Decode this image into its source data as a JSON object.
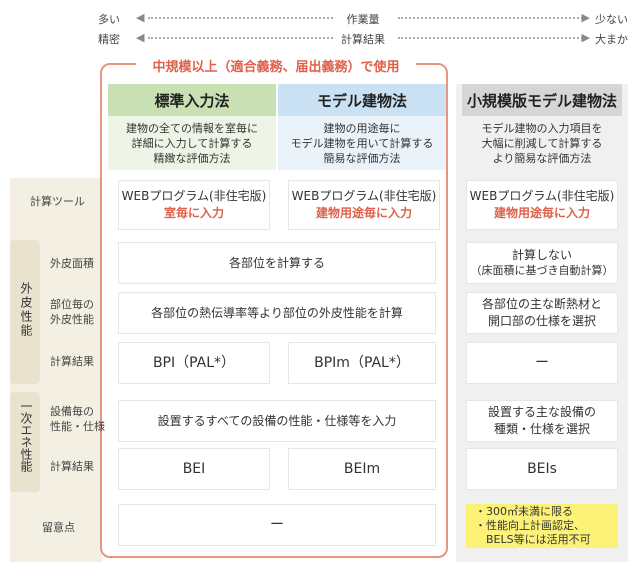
{
  "scale": {
    "row1": {
      "left": "多い",
      "center": "作業量",
      "right": "少ない"
    },
    "row2": {
      "left": "精密",
      "center": "計算結果",
      "right": "大まか"
    }
  },
  "banner": "中規模以上（適合義務、届出義務）で使用",
  "columns": [
    {
      "title": "標準入力法",
      "desc": [
        "建物の全ての情報を室毎に",
        "詳細に入力して計算する",
        "精緻な評価方法"
      ]
    },
    {
      "title": "モデル建物法",
      "desc": [
        "建物の用途毎に",
        "モデル建物を用いて計算する",
        "簡易な評価方法"
      ]
    },
    {
      "title": "小規模版モデル建物法",
      "desc": [
        "モデル建物の入力項目を",
        "大幅に削減して計算する",
        "より簡易な評価方法"
      ]
    }
  ],
  "row_labels": {
    "tool": "計算ツール",
    "envelope_group": "外皮性能",
    "envelope_area": "外皮面積",
    "envelope_perf": [
      "部位毎の",
      "外皮性能"
    ],
    "envelope_result": "計算結果",
    "energy_group": "一次エネ性能",
    "energy_equip": [
      "設備毎の",
      "性能・仕様"
    ],
    "energy_result": "計算結果",
    "notes": "留意点"
  },
  "cells": {
    "tool": [
      {
        "line1": "WEBプログラム(非住宅版)",
        "line2": "室毎に入力"
      },
      {
        "line1": "WEBプログラム(非住宅版)",
        "line2": "建物用途毎に入力"
      },
      {
        "line1": "WEBプログラム(非住宅版)",
        "line2": "建物用途毎に入力"
      }
    ],
    "envelope_area_main": "各部位を計算する",
    "envelope_area_small": [
      "計算しない",
      "（床面積に基づき自動計算）"
    ],
    "envelope_perf_main": "各部位の熱伝導率等より部位の外皮性能を計算",
    "envelope_perf_small": [
      "各部位の主な断熱材と",
      "開口部の仕様を選択"
    ],
    "envelope_result": [
      "BPI（PAL*）",
      "BPIm（PAL*）",
      "ー"
    ],
    "energy_equip_main": "設置するすべての設備の性能・仕様等を入力",
    "energy_equip_small": [
      "設置する主な設備の",
      "種類・仕様を選択"
    ],
    "energy_result": [
      "BEI",
      "BEIm",
      "BEIs"
    ],
    "notes_main": "ー",
    "notes_small": [
      "・300㎡未満に限る",
      "・性能向上計画認定、",
      "　BELS等には活用不可"
    ]
  },
  "colors": {
    "banner_border": "#e8957f",
    "banner_text": "#e0604a",
    "header_green": "#c9e0b4",
    "header_blue": "#c9e1f3",
    "header_gray": "#d6d6d6",
    "highlight_yellow": "#fdf278"
  }
}
